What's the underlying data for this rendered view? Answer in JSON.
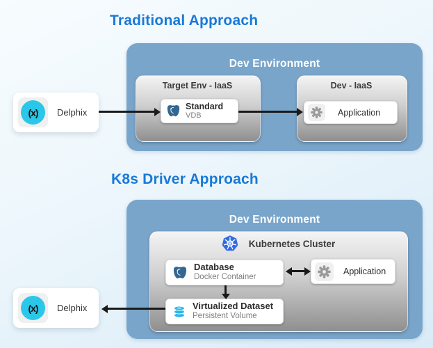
{
  "traditional": {
    "title": "Traditional Approach",
    "env_label": "Dev Environment",
    "delphix_label": "Delphix",
    "target_group_label": "Target Env - IaaS",
    "vdb_title": "Standard",
    "vdb_subtitle": "VDB",
    "dev_group_label": "Dev - IaaS",
    "app_label": "Application"
  },
  "k8s": {
    "title": "K8s Driver Approach",
    "env_label": "Dev Environment",
    "cluster_label": "Kubernetes Cluster",
    "db_title": "Database",
    "db_subtitle": "Docker Container",
    "app_label": "Application",
    "vd_title": "Virtualized Dataset",
    "vd_subtitle": "Persistent Volume",
    "delphix_label": "Delphix"
  },
  "logos": {
    "delphix_glyph": "(x)"
  },
  "colors": {
    "title_blue": "#1879d7",
    "container_blue": "#7aa5ca",
    "delphix_cyan": "#2bc7e9",
    "kubernetes_blue": "#326ce5",
    "postgres_blue": "#336791",
    "arrow_black": "#1a1a1a"
  }
}
